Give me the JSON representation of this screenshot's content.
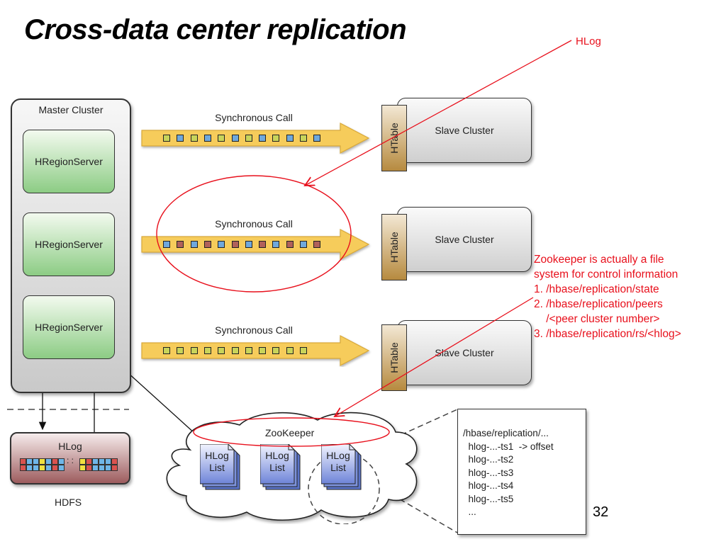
{
  "slide": {
    "title": "Cross-data center replication",
    "page_number": "32"
  },
  "annotations": {
    "hlog_label": "HLog",
    "note_lines": [
      "Zookeeper is actually a file",
      "system for control information",
      "1. /hbase/replication/state",
      "2. /hbase/replication/peers",
      "    /<peer cluster number>",
      "3. /hbase/replication/rs/<hlog>"
    ],
    "color": "#e8101c"
  },
  "master_cluster": {
    "title": "Master Cluster",
    "region_servers": [
      "HRegionServer",
      "HRegionServer",
      "HRegionServer"
    ]
  },
  "replication_streams": [
    {
      "label": "Synchronous Call",
      "edit_colors": [
        "#c8d45a",
        "#6fa8dc",
        "#c8d45a",
        "#6fa8dc",
        "#c8d45a",
        "#6fa8dc",
        "#c8d45a",
        "#6fa8dc",
        "#c8d45a",
        "#6fa8dc",
        "#c8d45a",
        "#6fa8dc"
      ],
      "slave": {
        "label": "Slave Cluster",
        "htable": "HTable"
      }
    },
    {
      "label": "Synchronous Call",
      "edit_colors": [
        "#6fa8dc",
        "#b0615a",
        "#6fa8dc",
        "#b0615a",
        "#6fa8dc",
        "#b0615a",
        "#6fa8dc",
        "#b0615a",
        "#6fa8dc",
        "#b0615a",
        "#6fa8dc",
        "#b0615a"
      ],
      "slave": {
        "label": "Slave Cluster",
        "htable": "HTable"
      }
    },
    {
      "label": "Synchronous Call",
      "edit_colors": [
        "#c8d45a",
        "#c8d45a",
        "#c8d45a",
        "#c8d45a",
        "#c8d45a",
        "#c8d45a",
        "#c8d45a",
        "#c8d45a",
        "#c8d45a",
        "#c8d45a",
        "#c8d45a"
      ],
      "slave": {
        "label": "Slave Cluster",
        "htable": "HTable"
      }
    }
  ],
  "hdfs": {
    "box_title": "HLog",
    "label": "HDFS",
    "log_cells_left": [
      "#d9534f",
      "#6fb6e8",
      "#6fb6e8",
      "#f0e040",
      "#6fb6e8",
      "#d9534f",
      "#6fb6e8"
    ],
    "log_cells_right": [
      "#f0e040",
      "#d9534f",
      "#6fb6e8",
      "#6fb6e8",
      "#6fb6e8",
      "#d9534f"
    ]
  },
  "zookeeper": {
    "label": "ZooKeeper",
    "hlog_lists": [
      "HLog\nList",
      "HLog\nList",
      "HLog\nList"
    ]
  },
  "znode_listing": {
    "lines": [
      "/hbase/replication/...",
      "  hlog-...-ts1  -> offset",
      "  hlog-...-ts2",
      "  hlog-...-ts3",
      "  hlog-...-ts4",
      "  hlog-...-ts5",
      "  ..."
    ]
  }
}
